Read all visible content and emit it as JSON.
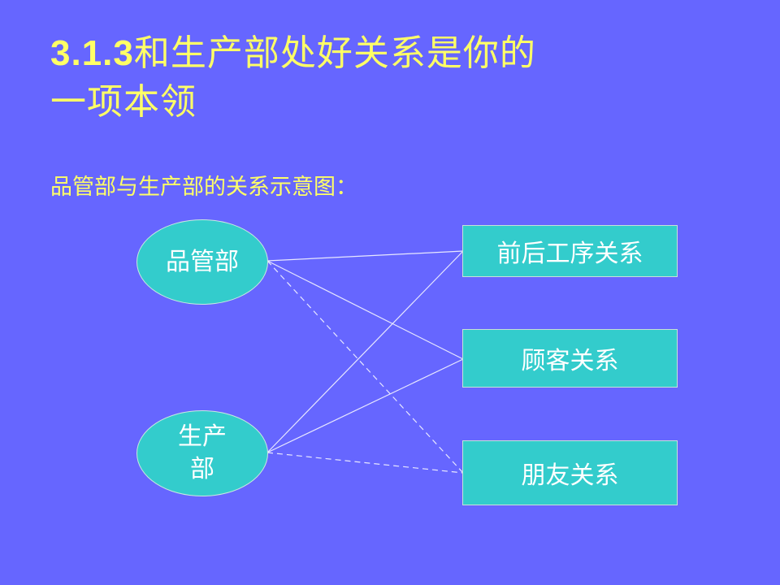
{
  "title": {
    "number": "3.1.3",
    "line1": "和生产部处好关系是你的",
    "line2": "一项本领"
  },
  "subtitle": "品管部与生产部的关系示意图：",
  "nodes": {
    "qc_dept": "品管部",
    "production_dept_line1": "生产",
    "production_dept_line2": "部",
    "process_relation": "前后工序关系",
    "customer_relation": "顾客关系",
    "friend_relation": "朋友关系"
  },
  "colors": {
    "background": "#6666ff",
    "title": "#ffff66",
    "node_fill": "#33cccc",
    "node_text": "#ffffff"
  }
}
